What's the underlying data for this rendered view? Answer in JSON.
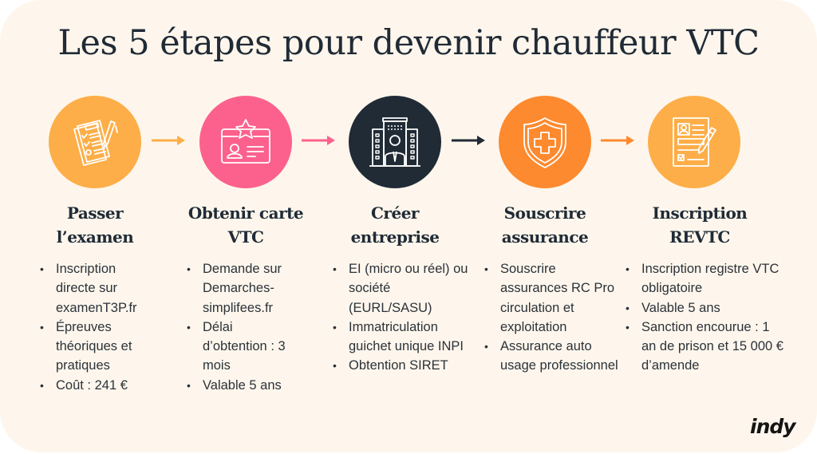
{
  "title": "Les 5 étapes pour devenir chauffeur VTC",
  "colors": {
    "background": "#fef6ec",
    "text": "#202b36",
    "step1": "#fdae48",
    "step2": "#fc618d",
    "step3": "#202b36",
    "step4": "#fd8a2f",
    "step5": "#fdae48",
    "arrow1": "#fdae48",
    "arrow2": "#fc618d",
    "arrow3": "#202b36",
    "arrow4": "#fd8a2f"
  },
  "steps": [
    {
      "icon": "exam-checklist-icon",
      "title_line1": "Passer",
      "title_line2": "l’examen",
      "bullets": [
        "Inscription directe sur examenT3P.fr",
        "Épreuves théoriques et pratiques",
        "Coût : 241 €"
      ]
    },
    {
      "icon": "id-card-star-icon",
      "title_line1": "Obtenir carte",
      "title_line2": "VTC",
      "bullets": [
        "Demande  sur Demarches-simplifees.fr",
        "Délai d’obtention : 3 mois",
        "Valable 5 ans"
      ]
    },
    {
      "icon": "business-building-icon",
      "title_line1": "Créer",
      "title_line2": "entreprise",
      "bullets": [
        "EI (micro ou réel) ou société (EURL/SASU)",
        "Immatriculation guichet unique INPI",
        "Obtention SIRET"
      ]
    },
    {
      "icon": "shield-cross-icon",
      "title_line1": "Souscrire",
      "title_line2": "assurance",
      "bullets": [
        "Souscrire assurances RC Pro circulation et exploitation",
        "Assurance auto usage professionnel"
      ]
    },
    {
      "icon": "registration-form-icon",
      "title_line1": "Inscription",
      "title_line2": "REVTC",
      "bullets": [
        "Inscription registre VTC obligatoire",
        "Valable 5 ans",
        "Sanction encourue : 1 an de prison et 15 000 € d’amende"
      ]
    }
  ],
  "logo": "indy"
}
